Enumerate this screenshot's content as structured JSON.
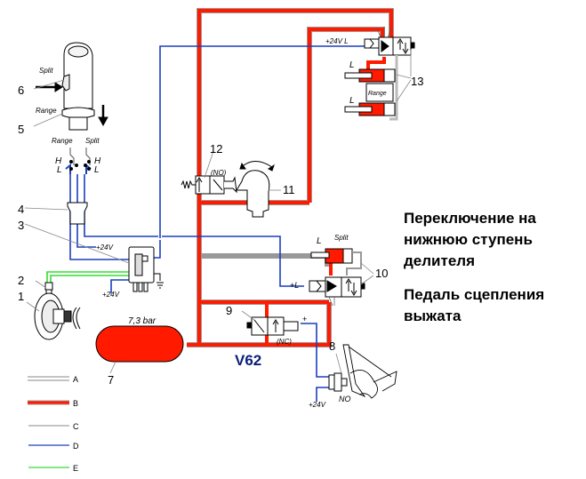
{
  "diagram": {
    "callouts": {
      "c1": "1",
      "c2": "2",
      "c3": "3",
      "c4": "4",
      "c5": "5",
      "c6": "6",
      "c7": "7",
      "c8": "8",
      "c9": "9",
      "c10": "10",
      "c11": "11",
      "c12": "12",
      "c13": "13"
    },
    "labels": {
      "split_knob": "Split",
      "range_knob": "Range",
      "range_wire": "Range",
      "split_wire": "Split",
      "h": "H",
      "l": "L",
      "plus24v": "+24V",
      "plus24v_l": "+24V L",
      "plus_l": "+L",
      "plus": "+",
      "no_valve": "(NO)",
      "nc_valve": "(NC)",
      "no_switch": "NO",
      "range_cyl": "Range",
      "split_cyl": "Split",
      "pressure": "7,3 bar",
      "model": "V62"
    },
    "caption": {
      "line1": "Переключение на",
      "line2": "нижнюю ступень",
      "line3": "делителя",
      "line4": "Педаль сцепления",
      "line5": "выжата"
    },
    "legend": [
      {
        "key": "A",
        "style": "double-grey",
        "color": "#888888"
      },
      {
        "key": "B",
        "style": "thick-red",
        "color": "#ff1a00"
      },
      {
        "key": "C",
        "style": "thin-grey",
        "color": "#888888"
      },
      {
        "key": "D",
        "style": "blue",
        "color": "#1a3fbf"
      },
      {
        "key": "E",
        "style": "green",
        "color": "#33dd33"
      }
    ],
    "colors": {
      "pressure_line": "#ff1a00",
      "electric_line": "#1a3fbf",
      "signal_line": "#33dd33",
      "outline_grey": "#888888"
    }
  }
}
